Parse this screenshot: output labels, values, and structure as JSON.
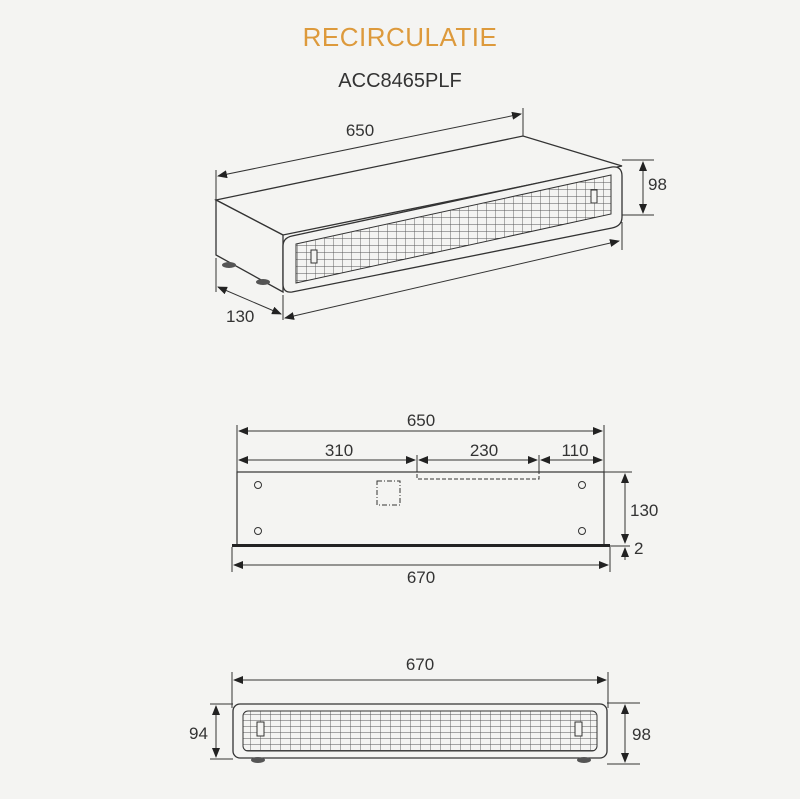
{
  "header": {
    "title": "RECIRCULATIE",
    "model": "ACC8465PLF",
    "title_color": "#dd9a3c"
  },
  "views": {
    "isometric": {
      "length": "650",
      "depth": "130",
      "height": "98"
    },
    "top": {
      "total_inner": "650",
      "seg_left": "310",
      "seg_mid": "230",
      "seg_right": "110",
      "depth": "130",
      "lip": "2",
      "total_outer": "670"
    },
    "front": {
      "width": "670",
      "height_left": "94",
      "height_right": "98"
    }
  }
}
